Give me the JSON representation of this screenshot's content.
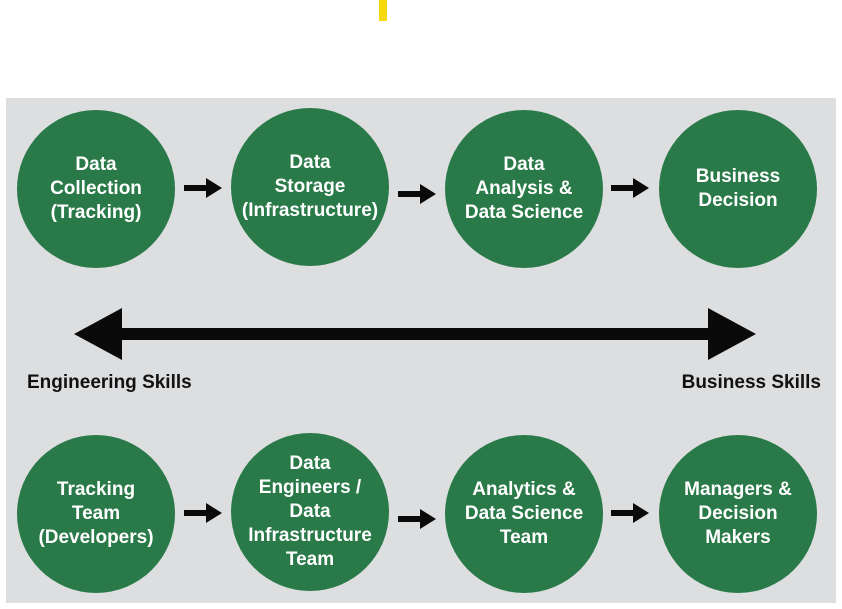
{
  "colors": {
    "panel_background": "#dddee0",
    "circle_fill": "#2a7a49",
    "circle_text": "#ffffff",
    "arrow": "#0a0a0a",
    "accent_mark": "#f5d90a"
  },
  "process_steps": [
    {
      "label": "Data\nCollection\n(Tracking)"
    },
    {
      "label": "Data\nStorage\n(Infrastructure)"
    },
    {
      "label": "Data\nAnalysis &\nData Science"
    },
    {
      "label": "Business\nDecision"
    }
  ],
  "teams": [
    {
      "label": "Tracking\nTeam\n(Developers)"
    },
    {
      "label": "Data\nEngineers /\nData\nInfrastructure\nTeam"
    },
    {
      "label": "Analytics &\nData Science\nTeam"
    },
    {
      "label": "Managers &\nDecision\nMakers"
    }
  ],
  "skills_axis": {
    "left_label": "Engineering Skills",
    "right_label": "Business Skills"
  }
}
